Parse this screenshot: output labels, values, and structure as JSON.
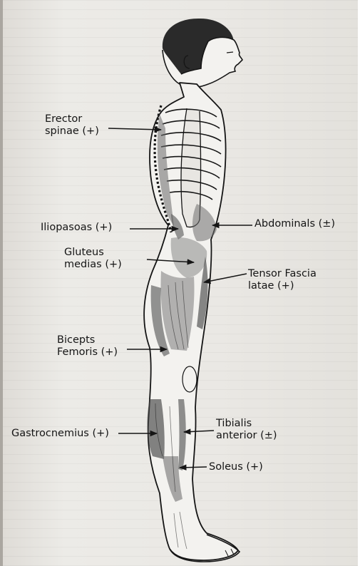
{
  "colors": {
    "paper": "#e9e7e3",
    "ink": "#151515",
    "body_fill": "#f3f2ef"
  },
  "labels": {
    "erector": {
      "line1": "Erector",
      "line2": "spinae (+)"
    },
    "iliopsoas": {
      "line1": "Iliopasoas (+)"
    },
    "abdominals": {
      "line1": "Abdominals (±)"
    },
    "gluteus": {
      "line1": "Gluteus",
      "line2": "medias (+)"
    },
    "tensor": {
      "line1": "Tensor Fascia",
      "line2": "latae (+)"
    },
    "biceps": {
      "line1": "Bicepts",
      "line2": "Femoris (+)"
    },
    "gastrocnemius": {
      "line1": "Gastrocnemius (+)"
    },
    "tibialis": {
      "line1": "Tibialis",
      "line2": "anterior (±)"
    },
    "soleus": {
      "line1": "Soleus (+)"
    }
  }
}
